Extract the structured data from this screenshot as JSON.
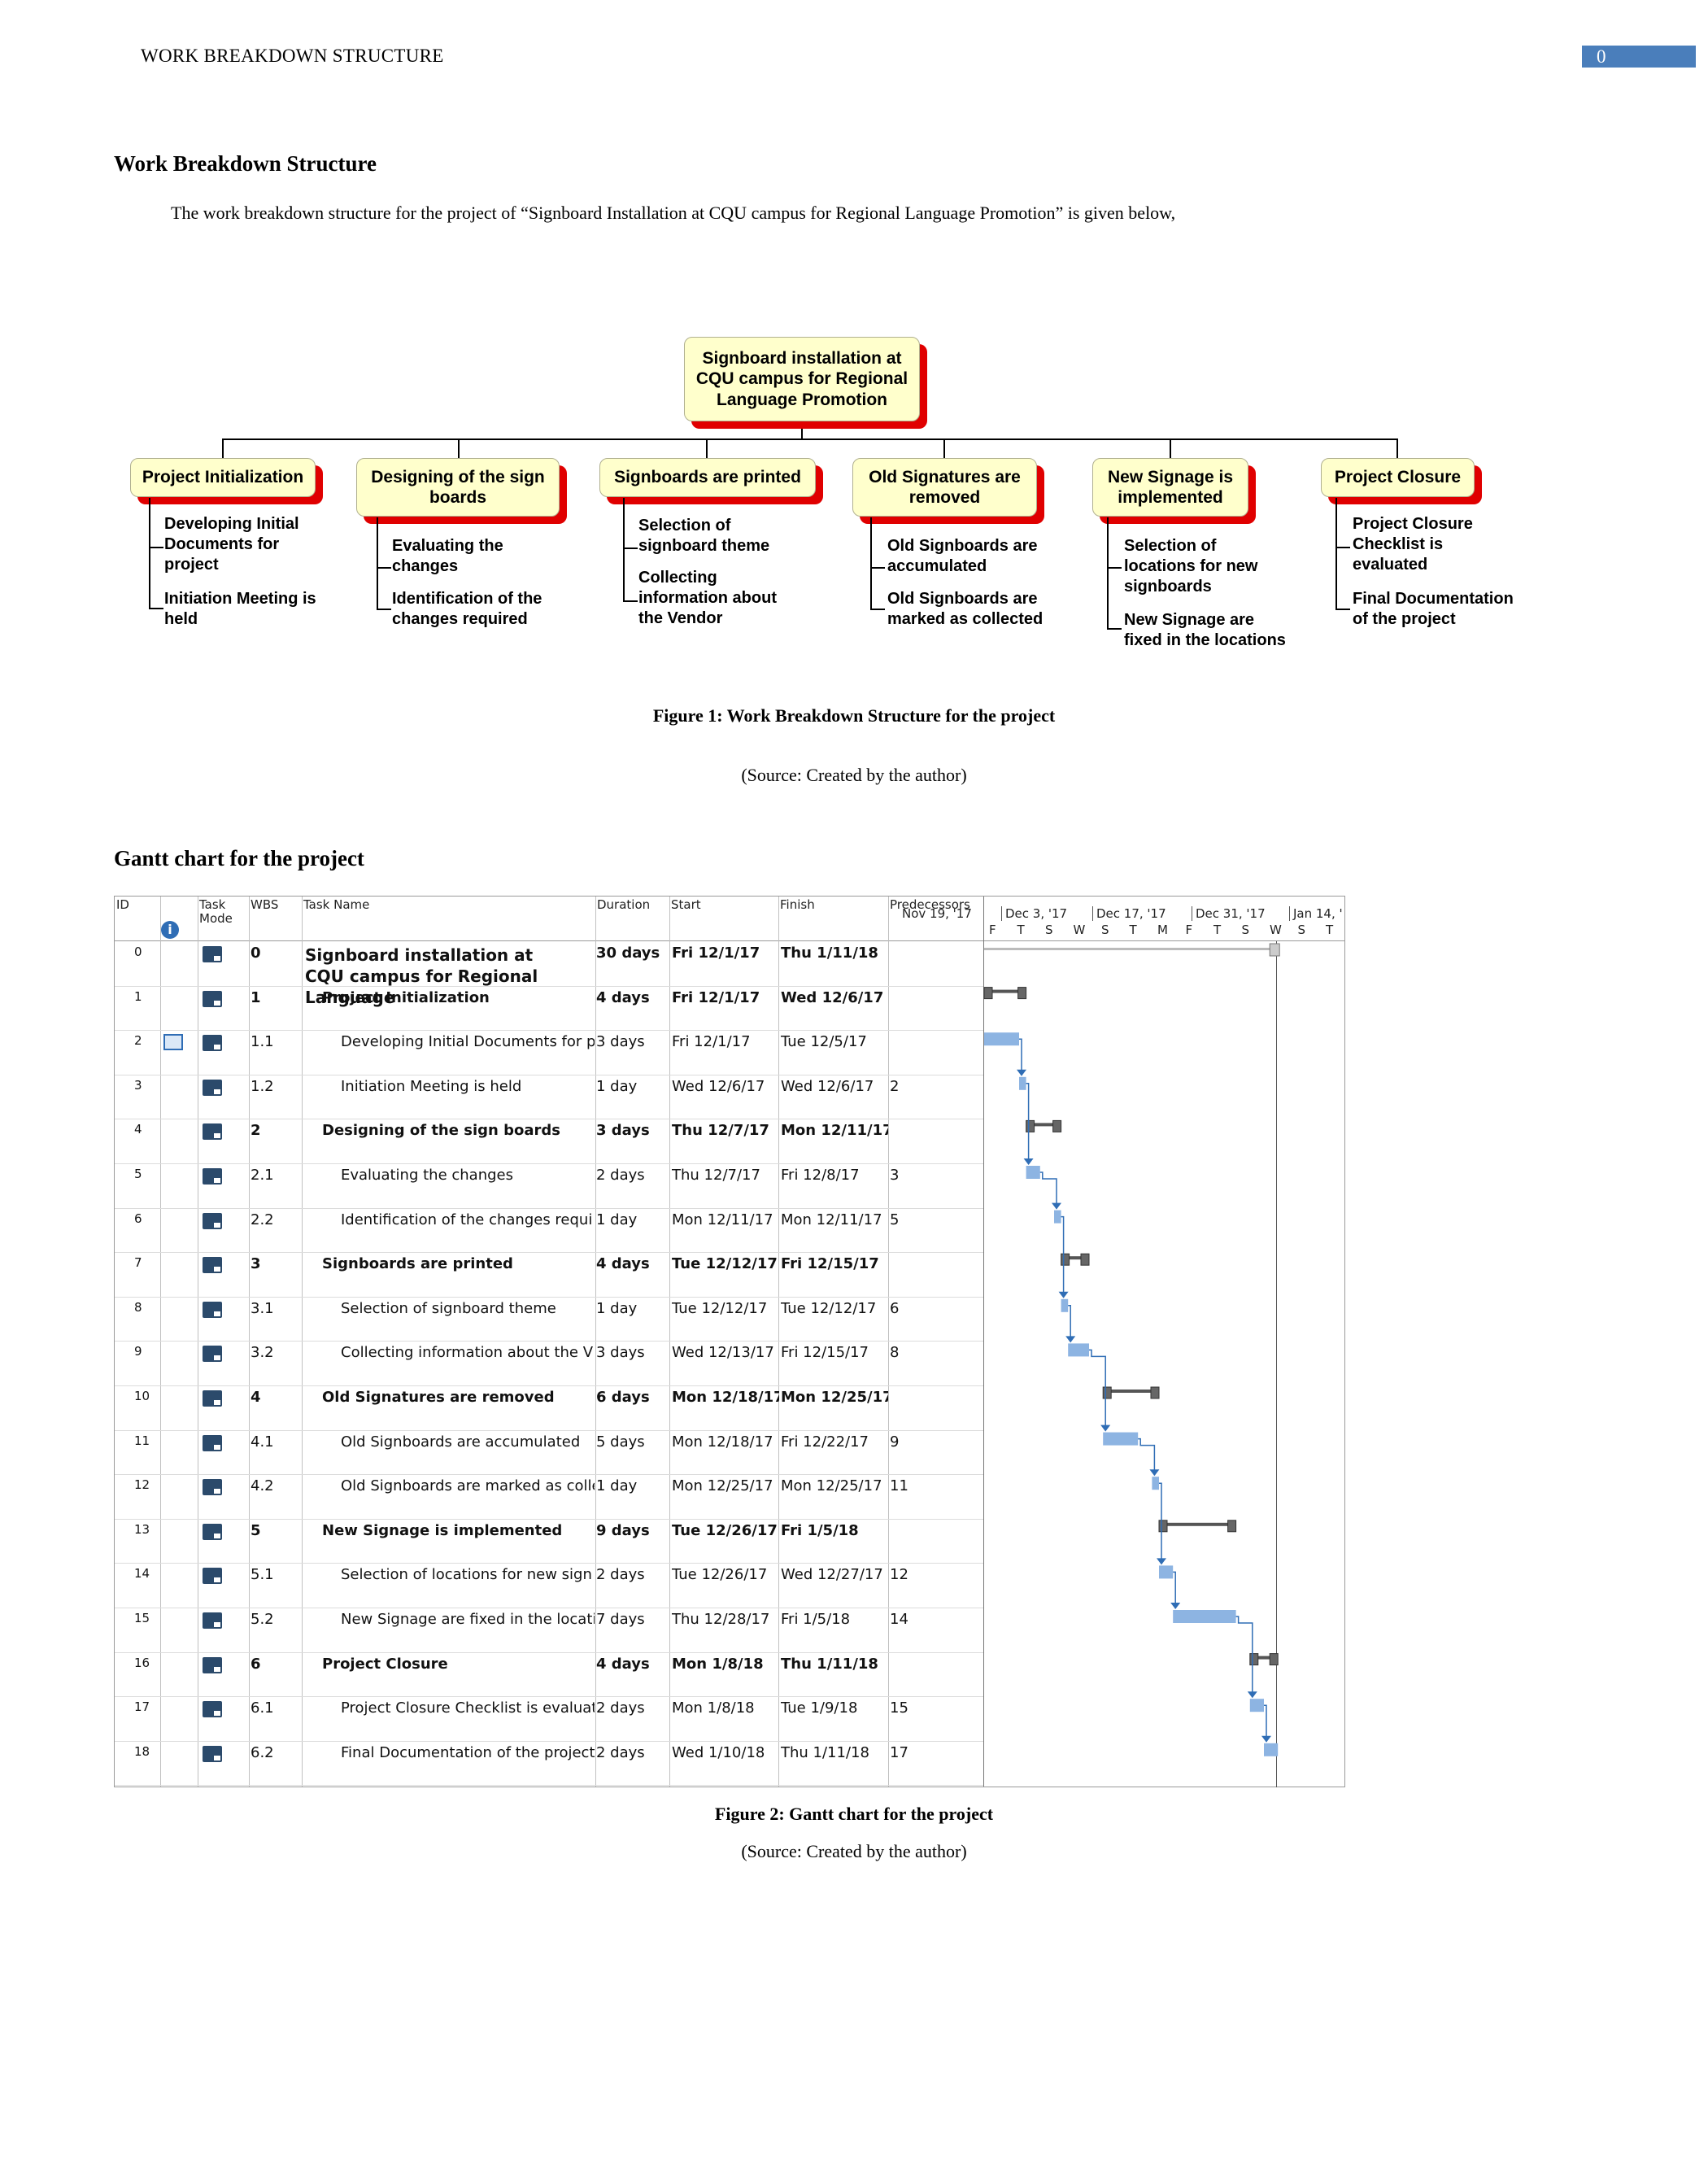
{
  "header": {
    "title": "WORK BREAKDOWN STRUCTURE",
    "page_number": "0"
  },
  "wbs_section": {
    "heading": "Work Breakdown Structure",
    "intro": "The work breakdown structure for the project of “Signboard Installation at CQU campus for Regional Language Promotion” is given below,",
    "root": "Signboard installation at CQU campus for Regional Language Promotion",
    "branches": [
      {
        "label": "Project Initialization",
        "items": [
          "Developing Initial\nDocuments for\nproject",
          "Initiation Meeting is\nheld"
        ]
      },
      {
        "label": "Designing of the sign boards",
        "items": [
          "Evaluating the\nchanges",
          "Identification of the\nchanges required"
        ]
      },
      {
        "label": "Signboards are printed",
        "items": [
          "Selection of\nsignboard theme",
          "Collecting\ninformation about\nthe Vendor"
        ]
      },
      {
        "label": "Old Signatures are removed",
        "items": [
          "Old Signboards are\naccumulated",
          "Old Signboards are\nmarked as collected"
        ]
      },
      {
        "label": "New Signage is implemented",
        "items": [
          "Selection of\nlocations for new\nsignboards",
          "New Signage are\nfixed in the locations"
        ]
      },
      {
        "label": "Project Closure",
        "items": [
          "Project Closure\nChecklist is\nevaluated",
          "Final Documentation\nof the project"
        ]
      }
    ],
    "caption": "Figure 1: Work Breakdown Structure for the project",
    "source": "(Source: Created by the author)"
  },
  "gantt_section": {
    "heading": "Gantt chart for the project",
    "columns": {
      "id": "ID",
      "mode": "Task Mode",
      "wbs": "WBS",
      "name": "Task Name",
      "duration": "Duration",
      "start": "Start",
      "finish": "Finish",
      "pred": "Predecessors"
    },
    "timeline_months": [
      "Nov 19, '17",
      "Dec 3, '17",
      "Dec 17, '17",
      "Dec 31, '17",
      "Jan 14, '"
    ],
    "timeline_days": [
      "F",
      "T",
      "S",
      "W",
      "S",
      "T",
      "M",
      "F",
      "T",
      "S",
      "W",
      "S",
      "T"
    ],
    "tasks": [
      {
        "id": "0",
        "wbs": "0",
        "name": "Signboard installation at CQU campus for Regional Language",
        "duration": "30 days",
        "start": "Fri 12/1/17",
        "finish": "Thu 1/11/18",
        "pred": "",
        "summary": true,
        "level": 0,
        "s": 0,
        "e": 42
      },
      {
        "id": "1",
        "wbs": "1",
        "name": "Project Initialization",
        "duration": "4 days",
        "start": "Fri 12/1/17",
        "finish": "Wed 12/6/17",
        "pred": "",
        "summary": true,
        "level": 1,
        "s": 0,
        "e": 6
      },
      {
        "id": "2",
        "wbs": "1.1",
        "name": "Developing Initial Documents for p",
        "duration": "3 days",
        "start": "Fri 12/1/17",
        "finish": "Tue 12/5/17",
        "pred": "",
        "summary": false,
        "level": 2,
        "s": 0,
        "e": 5
      },
      {
        "id": "3",
        "wbs": "1.2",
        "name": "Initiation Meeting is held",
        "duration": "1 day",
        "start": "Wed 12/6/17",
        "finish": "Wed 12/6/17",
        "pred": "2",
        "summary": false,
        "level": 2,
        "s": 5,
        "e": 6
      },
      {
        "id": "4",
        "wbs": "2",
        "name": "Designing of the sign boards",
        "duration": "3 days",
        "start": "Thu 12/7/17",
        "finish": "Mon 12/11/17",
        "pred": "",
        "summary": true,
        "level": 1,
        "s": 6,
        "e": 11
      },
      {
        "id": "5",
        "wbs": "2.1",
        "name": "Evaluating the changes",
        "duration": "2 days",
        "start": "Thu 12/7/17",
        "finish": "Fri 12/8/17",
        "pred": "3",
        "summary": false,
        "level": 2,
        "s": 6,
        "e": 8
      },
      {
        "id": "6",
        "wbs": "2.2",
        "name": "Identification of the changes requi",
        "duration": "1 day",
        "start": "Mon 12/11/17",
        "finish": "Mon 12/11/17",
        "pred": "5",
        "summary": false,
        "level": 2,
        "s": 10,
        "e": 11
      },
      {
        "id": "7",
        "wbs": "3",
        "name": "Signboards are printed",
        "duration": "4 days",
        "start": "Tue 12/12/17",
        "finish": "Fri 12/15/17",
        "pred": "",
        "summary": true,
        "level": 1,
        "s": 11,
        "e": 15
      },
      {
        "id": "8",
        "wbs": "3.1",
        "name": "Selection of signboard theme",
        "duration": "1 day",
        "start": "Tue 12/12/17",
        "finish": "Tue 12/12/17",
        "pred": "6",
        "summary": false,
        "level": 2,
        "s": 11,
        "e": 12
      },
      {
        "id": "9",
        "wbs": "3.2",
        "name": "Collecting information about the V",
        "duration": "3 days",
        "start": "Wed 12/13/17",
        "finish": "Fri 12/15/17",
        "pred": "8",
        "summary": false,
        "level": 2,
        "s": 12,
        "e": 15
      },
      {
        "id": "10",
        "wbs": "4",
        "name": "Old Signatures are removed",
        "duration": "6 days",
        "start": "Mon 12/18/17",
        "finish": "Mon 12/25/17",
        "pred": "",
        "summary": true,
        "level": 1,
        "s": 17,
        "e": 25
      },
      {
        "id": "11",
        "wbs": "4.1",
        "name": "Old Signboards are accumulated",
        "duration": "5 days",
        "start": "Mon 12/18/17",
        "finish": "Fri 12/22/17",
        "pred": "9",
        "summary": false,
        "level": 2,
        "s": 17,
        "e": 22
      },
      {
        "id": "12",
        "wbs": "4.2",
        "name": "Old Signboards are marked as colle",
        "duration": "1 day",
        "start": "Mon 12/25/17",
        "finish": "Mon 12/25/17",
        "pred": "11",
        "summary": false,
        "level": 2,
        "s": 24,
        "e": 25
      },
      {
        "id": "13",
        "wbs": "5",
        "name": "New Signage is implemented",
        "duration": "9 days",
        "start": "Tue 12/26/17",
        "finish": "Fri 1/5/18",
        "pred": "",
        "summary": true,
        "level": 1,
        "s": 25,
        "e": 36
      },
      {
        "id": "14",
        "wbs": "5.1",
        "name": "Selection of locations for new sign",
        "duration": "2 days",
        "start": "Tue 12/26/17",
        "finish": "Wed 12/27/17",
        "pred": "12",
        "summary": false,
        "level": 2,
        "s": 25,
        "e": 27
      },
      {
        "id": "15",
        "wbs": "5.2",
        "name": "New Signage are fixed in the locati",
        "duration": "7 days",
        "start": "Thu 12/28/17",
        "finish": "Fri 1/5/18",
        "pred": "14",
        "summary": false,
        "level": 2,
        "s": 27,
        "e": 36
      },
      {
        "id": "16",
        "wbs": "6",
        "name": "Project Closure",
        "duration": "4 days",
        "start": "Mon 1/8/18",
        "finish": "Thu 1/11/18",
        "pred": "",
        "summary": true,
        "level": 1,
        "s": 38,
        "e": 42
      },
      {
        "id": "17",
        "wbs": "6.1",
        "name": "Project Closure Checklist is evaluat",
        "duration": "2 days",
        "start": "Mon 1/8/18",
        "finish": "Tue 1/9/18",
        "pred": "15",
        "summary": false,
        "level": 2,
        "s": 38,
        "e": 40
      },
      {
        "id": "18",
        "wbs": "6.2",
        "name": "Final Documentation of the project",
        "duration": "2 days",
        "start": "Wed 1/10/18",
        "finish": "Thu 1/11/18",
        "pred": "17",
        "summary": false,
        "level": 2,
        "s": 40,
        "e": 42
      }
    ],
    "caption": "Figure 2: Gantt chart for the project",
    "source": "(Source: Created by the author)"
  },
  "colors": {
    "header_accent": "#4a7ebb",
    "wbs_box_fill": "#ffffcc",
    "wbs_box_shadow": "#e00000",
    "task_bar": "#8db4e2",
    "summary_bar": "#555555",
    "link_arrow": "#2f6db5"
  }
}
